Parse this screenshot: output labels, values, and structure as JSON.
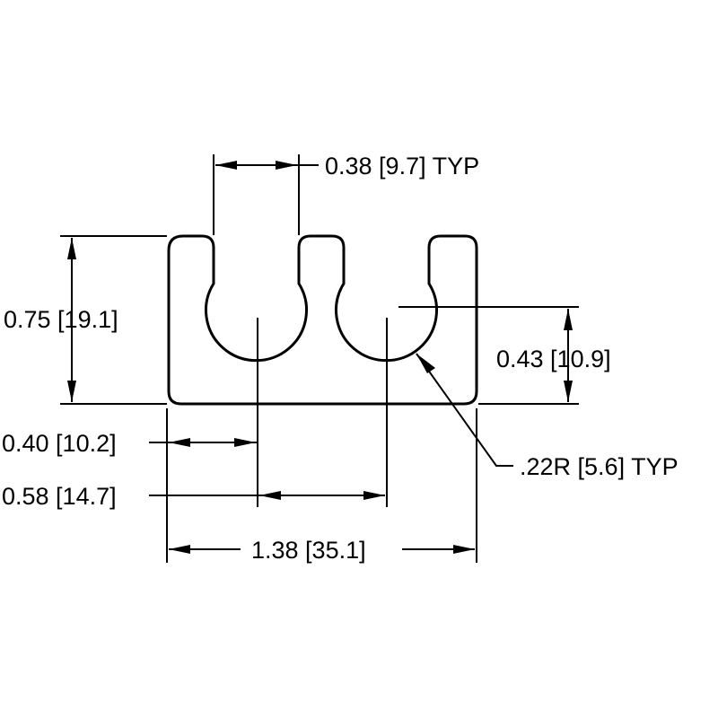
{
  "drawing": {
    "part": "cable clamp profile with two keyhole slots",
    "dimensions": {
      "slot_width": "0.38 [9.7] TYP",
      "height": "0.75 [19.1]",
      "slot_center_height": "0.43 [10.9]",
      "radius": ".22R [5.6] TYP",
      "first_slot_offset": "0.40 [10.2]",
      "slot_pitch": "0.58 [14.7]",
      "overall_width": "1.38 [35.1]"
    },
    "colors": {
      "line": "#000000",
      "background": "#ffffff"
    }
  }
}
